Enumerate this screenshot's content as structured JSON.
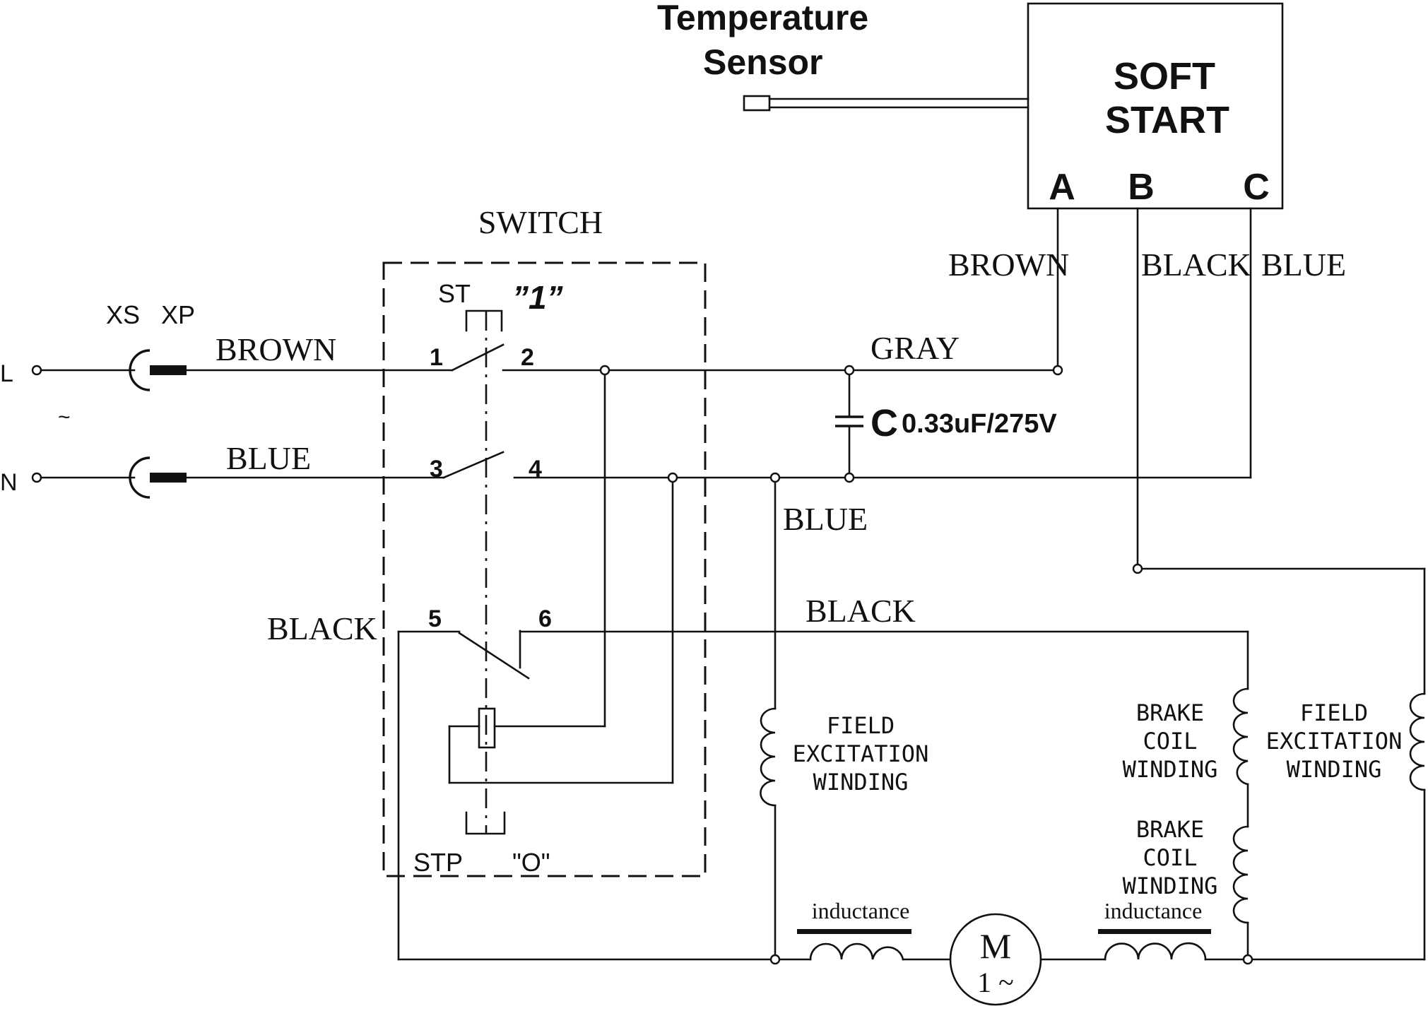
{
  "soft_start": {
    "title_line1": "SOFT",
    "title_line2": "START",
    "terminal_a": "A",
    "terminal_b": "B",
    "terminal_c": "C"
  },
  "sensor": {
    "line1": "Temperature",
    "line2": "Sensor"
  },
  "switch": {
    "title": "SWITCH",
    "st": "ST",
    "on_mark": "”1”",
    "stp": "STP",
    "off_mark": "\"O\"",
    "t1": "1",
    "t2": "2",
    "t3": "3",
    "t4": "4",
    "t5": "5",
    "t6": "6"
  },
  "plug": {
    "xs": "XS",
    "xp": "XP",
    "line": "L",
    "neutral": "N",
    "ac": "~"
  },
  "wires": {
    "brown_in": "BROWN",
    "blue_in": "BLUE",
    "gray": "GRAY",
    "brown_a": "BROWN",
    "black_b": "BLACK",
    "blue_c": "BLUE",
    "blue_mid": "BLUE",
    "black_left": "BLACK",
    "black_top": "BLACK"
  },
  "capacitor": {
    "symbol": "C",
    "value": "0.33uF/275V"
  },
  "windings": {
    "field_left": [
      "FIELD",
      "EXCITATION",
      "WINDING"
    ],
    "brake1": [
      "BRAKE",
      "COIL",
      "WINDING"
    ],
    "brake2": [
      "BRAKE",
      "COIL",
      "WINDING"
    ],
    "field_right": [
      "FIELD",
      "EXCITATION",
      "WINDING"
    ]
  },
  "inductance": {
    "left": "inductance",
    "right": "inductance"
  },
  "motor": {
    "letter": "M",
    "phase": "1 ~"
  }
}
